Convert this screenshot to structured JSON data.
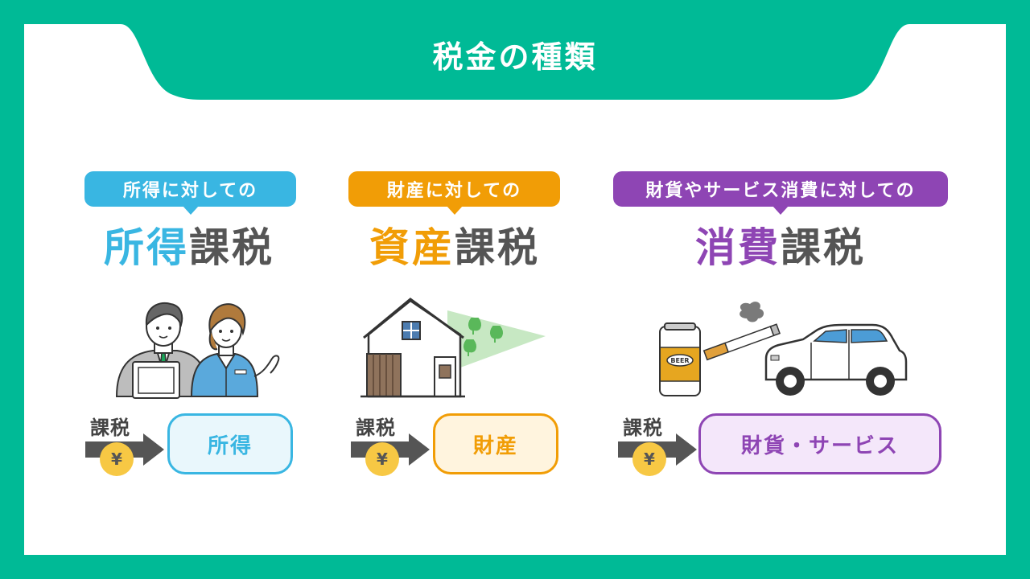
{
  "title": "税金の種類",
  "colors": {
    "background": "#00ba96",
    "income": "#39b6e2",
    "property": "#f19d06",
    "consumption": "#8e45b4"
  },
  "columns": [
    {
      "key": "income",
      "bubble": "所得に対しての",
      "heading_accent": "所得",
      "heading_rest": "課税",
      "flow_label": "課税",
      "coin": "¥",
      "target": "所得",
      "illustration": "office-workers-icon"
    },
    {
      "key": "property",
      "bubble": "財産に対しての",
      "heading_accent": "資産",
      "heading_rest": "課税",
      "flow_label": "課税",
      "coin": "¥",
      "target": "財産",
      "illustration": "house-and-land-icon"
    },
    {
      "key": "consumption",
      "bubble": "財貨やサービス消費に対しての",
      "heading_accent": "消費",
      "heading_rest": "課税",
      "flow_label": "課税",
      "coin": "¥",
      "target": "財貨・サービス",
      "illustration": "beer-cigarette-car-icon",
      "beer_label": "BEER"
    }
  ]
}
